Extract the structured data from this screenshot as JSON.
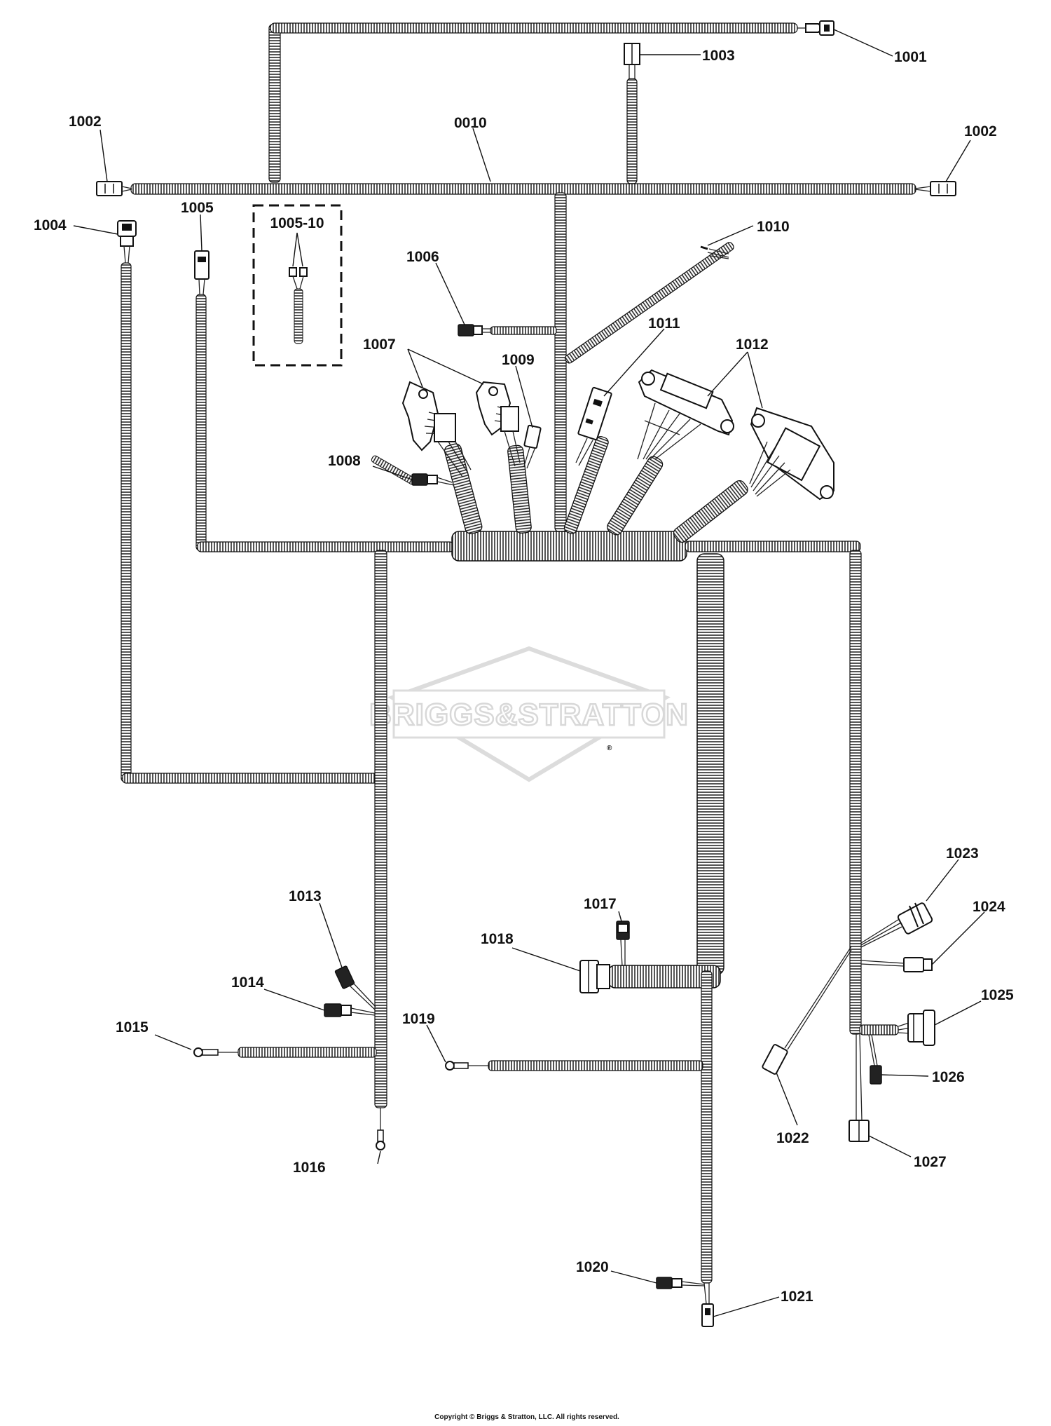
{
  "watermark": {
    "text": "BRIGGS&STRATTON",
    "registered": "®"
  },
  "copyright": "Copyright © Briggs & Stratton, LLC. All rights reserved.",
  "inset": {
    "label": "1005-10"
  },
  "callouts": [
    {
      "id": "c1001",
      "text": "1001"
    },
    {
      "id": "c1002a",
      "text": "1002"
    },
    {
      "id": "c1002b",
      "text": "1002"
    },
    {
      "id": "c1003",
      "text": "1003"
    },
    {
      "id": "c0010",
      "text": "0010"
    },
    {
      "id": "c1004",
      "text": "1004"
    },
    {
      "id": "c1005",
      "text": "1005"
    },
    {
      "id": "c1006",
      "text": "1006"
    },
    {
      "id": "c1007",
      "text": "1007"
    },
    {
      "id": "c1008",
      "text": "1008"
    },
    {
      "id": "c1009",
      "text": "1009"
    },
    {
      "id": "c1010",
      "text": "1010"
    },
    {
      "id": "c1011",
      "text": "1011"
    },
    {
      "id": "c1012",
      "text": "1012"
    },
    {
      "id": "c1013",
      "text": "1013"
    },
    {
      "id": "c1014",
      "text": "1014"
    },
    {
      "id": "c1015",
      "text": "1015"
    },
    {
      "id": "c1016",
      "text": "1016"
    },
    {
      "id": "c1017",
      "text": "1017"
    },
    {
      "id": "c1018",
      "text": "1018"
    },
    {
      "id": "c1019",
      "text": "1019"
    },
    {
      "id": "c1020",
      "text": "1020"
    },
    {
      "id": "c1021",
      "text": "1021"
    },
    {
      "id": "c1022",
      "text": "1022"
    },
    {
      "id": "c1023",
      "text": "1023"
    },
    {
      "id": "c1024",
      "text": "1024"
    },
    {
      "id": "c1025",
      "text": "1025"
    },
    {
      "id": "c1026",
      "text": "1026"
    },
    {
      "id": "c1027",
      "text": "1027"
    }
  ]
}
